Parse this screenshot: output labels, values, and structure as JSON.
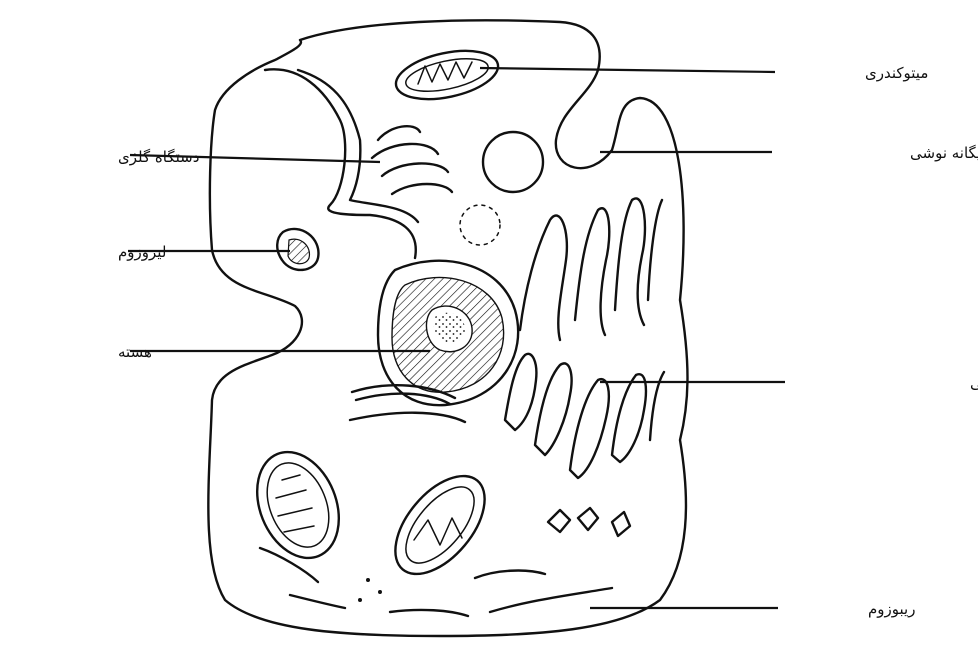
{
  "diagram": {
    "labels": {
      "mitochondria": "میتوکندری",
      "endocytosis": "حفره بیگانه نوشی",
      "golgi": "دستگاه گلژی",
      "lysosome": "لیزوزوم",
      "nucleus": "هسته",
      "er": "شبکه درون پلاسمایی",
      "ribosome": "ریبوزوم"
    },
    "ink_color": "#111111",
    "paper_color": "#ffffff"
  }
}
